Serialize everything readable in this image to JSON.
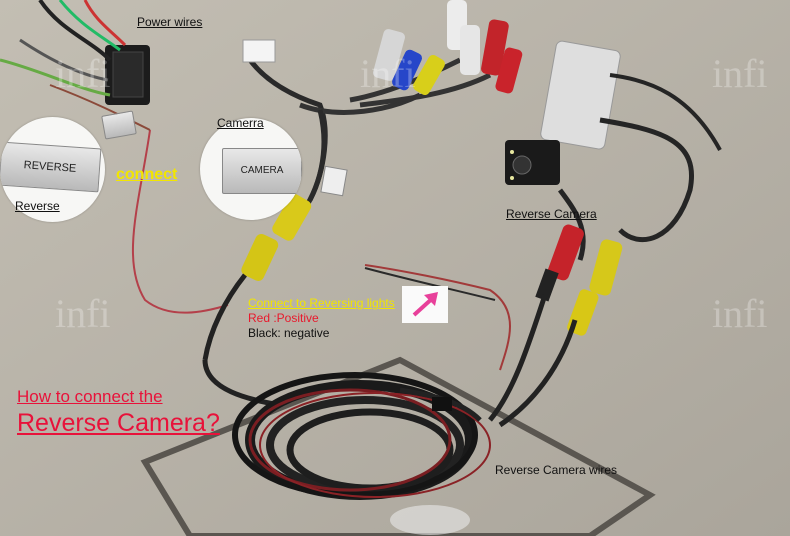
{
  "labels": {
    "power_wires": "Power wires",
    "camerra": "Camerra",
    "reverse": "Reverse",
    "connect": "connect",
    "reverse_camera": "Reverse Camera",
    "connect_reversing": "Connect to Reversing lights",
    "red_positive": "Red :Positive",
    "black_negative": "Black: negative",
    "how_to_line1": "How to connect the",
    "how_to_line2": "Reverse  Camera?",
    "reverse_camera_wires": "Reverse Camera wires"
  },
  "tags": {
    "reverse_tag": "REVERSE",
    "camera_tag": "CAMERA"
  },
  "watermark": "infi",
  "colors": {
    "label_yellow": "#f2e600",
    "label_red": "#e8192c",
    "title_red": "#e8123a",
    "arrow_pink": "#e8409a"
  }
}
